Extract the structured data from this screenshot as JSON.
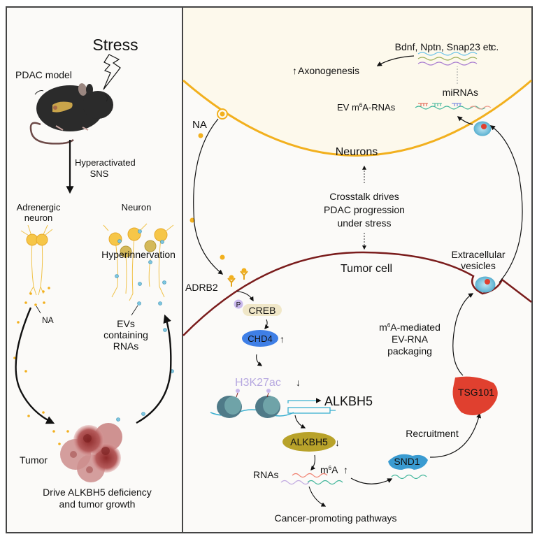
{
  "left_panel": {
    "stress_label": "Stress",
    "model_label": "PDAC model",
    "sns_label_line1": "Hyperactivated",
    "sns_label_line2": "SNS",
    "adrenergic_line1": "Adrenergic",
    "adrenergic_line2": "neuron",
    "neuron_label": "Neuron",
    "hyperinnervation_label": "Hyperinnervation",
    "na_label": "NA",
    "evs_line1": "EVs",
    "evs_line2": "containing",
    "evs_line3": "RNAs",
    "tumor_label": "Tumor",
    "outcome_line1": "Drive ALKBH5 deficiency",
    "outcome_line2": "and tumor growth"
  },
  "right_panel": {
    "genes_label": "Bdnf, Nptn, Snap23 etc.",
    "axonogenesis_label": "Axonogenesis",
    "mirnas_label": "miRNAs",
    "ev_rnas_prefix": "EV m",
    "ev_rnas_sup": "6",
    "ev_rnas_suffix": "A-RNAs",
    "na_label": "NA",
    "neurons_label": "Neurons",
    "crosstalk_line1": "Crosstalk drives",
    "crosstalk_line2": "PDAC progression",
    "crosstalk_line3": "under stress",
    "tumor_cell_label": "Tumor cell",
    "ev_line1": "Extracellular",
    "ev_line2": "vesicles",
    "adrb2_label": "ADRB2",
    "p_label": "P",
    "creb_label": "CREB",
    "chd4_label": "CHD4",
    "h3k27ac_label": "H3K27ac",
    "alkbh5_gene_label": "ALKBH5",
    "alkbh5_protein_label": "ALKBH5",
    "packaging_line1_prefix": "m",
    "packaging_line1_sup": "6",
    "packaging_line1_suffix": "A-mediated",
    "packaging_line2": "EV-RNA",
    "packaging_line3": "packaging",
    "tsg101_label": "TSG101",
    "recruitment_label": "Recruitment",
    "snd1_label": "SND1",
    "rnas_label": "RNAs",
    "m6a_prefix": "m",
    "m6a_sup": "6",
    "m6a_suffix": "A",
    "pathways_label": "Cancer-promoting pathways"
  },
  "colors": {
    "neuron_membrane": "#f2b01e",
    "tumor_membrane": "#7a1c1c",
    "chd4": "#3f7fe6",
    "alkbh5": "#b8a22a",
    "tsg101": "#e0402f",
    "snd1": "#3a9bd1",
    "h3k27ac": "#b6a8e0",
    "ev": "#7cc6e0",
    "na_dot": "#f2b01e"
  }
}
